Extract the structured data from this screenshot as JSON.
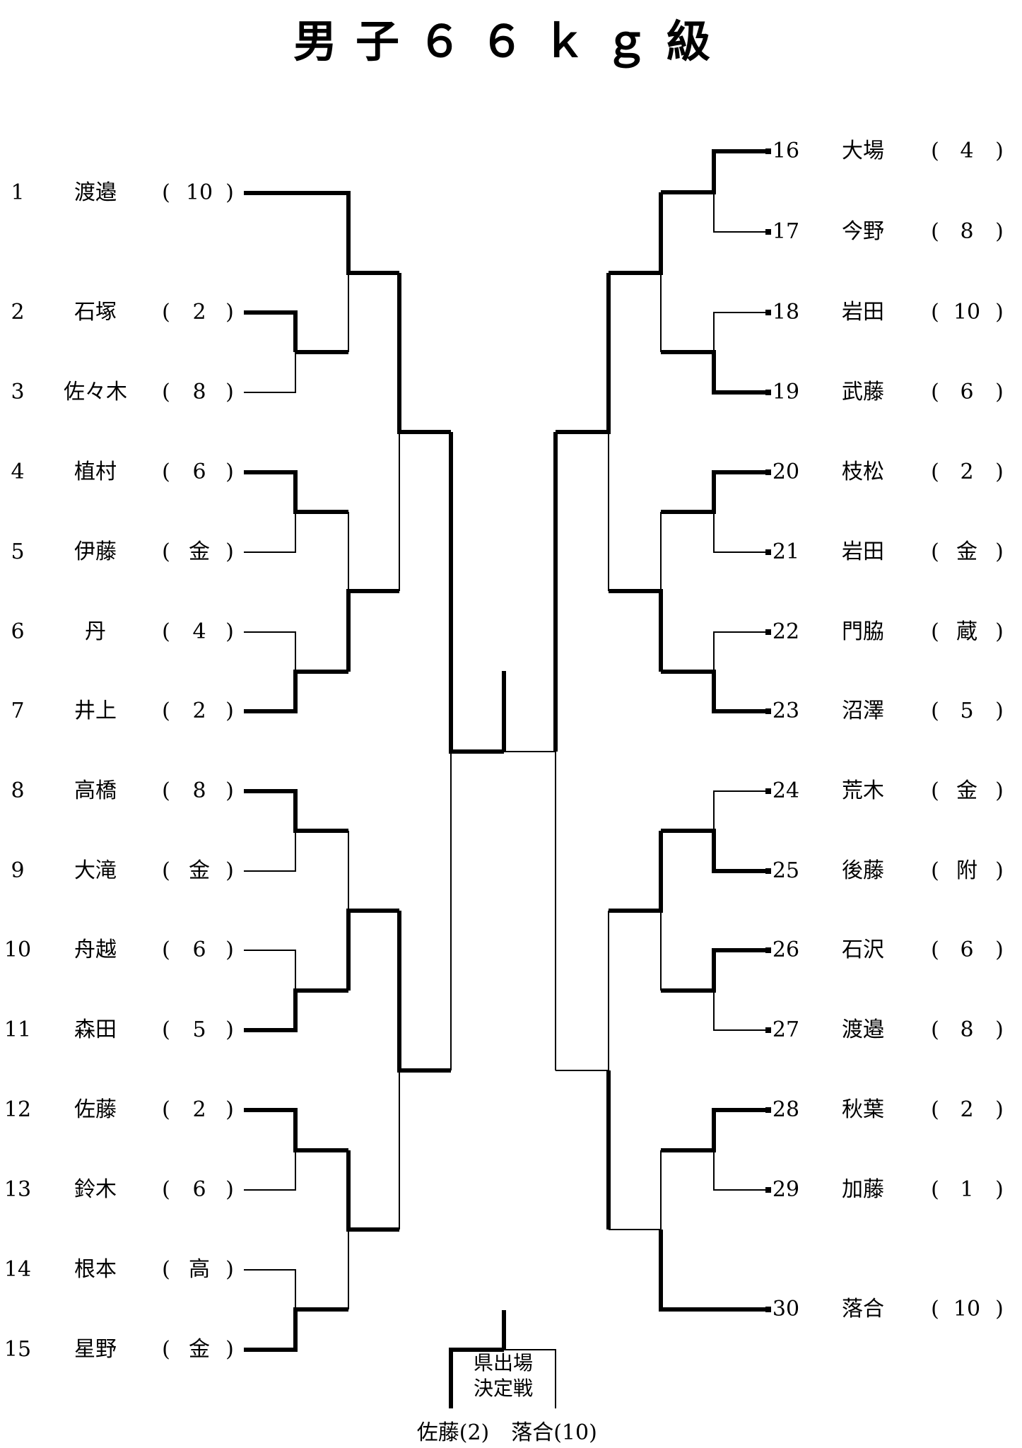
{
  "title": "男子６６ｋｇ級",
  "left_entries": [
    {
      "no": "1",
      "name": "渡邉",
      "team": "10"
    },
    {
      "no": "2",
      "name": "石塚",
      "team": "2"
    },
    {
      "no": "3",
      "name": "佐々木",
      "team": "8"
    },
    {
      "no": "4",
      "name": "植村",
      "team": "6"
    },
    {
      "no": "5",
      "name": "伊藤",
      "team": "金"
    },
    {
      "no": "6",
      "name": "丹",
      "team": "4"
    },
    {
      "no": "7",
      "name": "井上",
      "team": "2"
    },
    {
      "no": "8",
      "name": "高橋",
      "team": "8"
    },
    {
      "no": "9",
      "name": "大滝",
      "team": "金"
    },
    {
      "no": "10",
      "name": "舟越",
      "team": "6"
    },
    {
      "no": "11",
      "name": "森田",
      "team": "5"
    },
    {
      "no": "12",
      "name": "佐藤",
      "team": "2"
    },
    {
      "no": "13",
      "name": "鈴木",
      "team": "6"
    },
    {
      "no": "14",
      "name": "根本",
      "team": "高"
    },
    {
      "no": "15",
      "name": "星野",
      "team": "金"
    }
  ],
  "right_entries": [
    {
      "no": "16",
      "name": "大場",
      "team": "4"
    },
    {
      "no": "17",
      "name": "今野",
      "team": "8"
    },
    {
      "no": "18",
      "name": "岩田",
      "team": "10"
    },
    {
      "no": "19",
      "name": "武藤",
      "team": "6"
    },
    {
      "no": "20",
      "name": "枝松",
      "team": "2"
    },
    {
      "no": "21",
      "name": "岩田",
      "team": "金"
    },
    {
      "no": "22",
      "name": "門脇",
      "team": "蔵"
    },
    {
      "no": "23",
      "name": "沼澤",
      "team": "5"
    },
    {
      "no": "24",
      "name": "荒木",
      "team": "金"
    },
    {
      "no": "25",
      "name": "後藤",
      "team": "附"
    },
    {
      "no": "26",
      "name": "石沢",
      "team": "6"
    },
    {
      "no": "27",
      "name": "渡邉",
      "team": "8"
    },
    {
      "no": "28",
      "name": "秋葉",
      "team": "2"
    },
    {
      "no": "29",
      "name": "加藤",
      "team": "1"
    },
    {
      "no": "30",
      "name": "落合",
      "team": "10"
    }
  ],
  "playoff": {
    "caption_line1": "県出場",
    "caption_line2": "決定戦",
    "left_player": "佐藤(2)",
    "right_player": "落合(10)"
  }
}
